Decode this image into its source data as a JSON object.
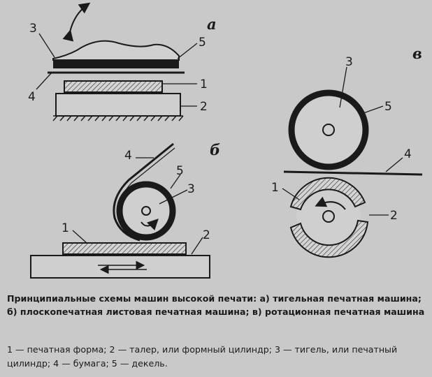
{
  "figure": {
    "panel_labels": {
      "a": "а",
      "b": "б",
      "c": "в"
    },
    "a_labels": {
      "l1": "1",
      "l2": "2",
      "l3": "3",
      "l4": "4",
      "l5": "5"
    },
    "b_labels": {
      "l1": "1",
      "l2": "2",
      "l3": "3",
      "l4": "4",
      "l5": "5"
    },
    "c_labels": {
      "l1": "1",
      "l2": "2",
      "l3": "3",
      "l4": "4",
      "l5": "5"
    }
  },
  "caption": "Принципиальные схемы машин высокой печати: а) тигельная печатная машина; б) плоскопечатная листовая печатная машина; в) ротационная печатная машина",
  "legend": "1 — печатная форма; 2 — талер, или формный цилиндр; 3 — тигель, или печатный цилиндр; 4 — бумага; 5 — декель."
}
